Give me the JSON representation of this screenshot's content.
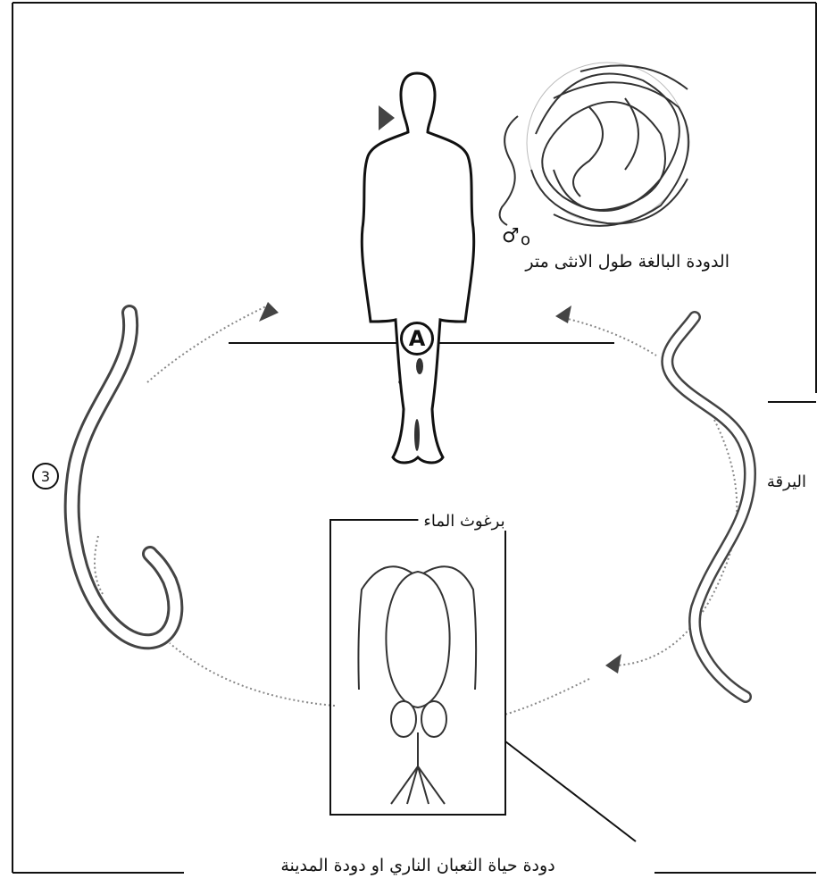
{
  "labels": {
    "adult_worm": "الدودة البالغة طول الانثى متر",
    "larva": "اليرقة",
    "cyclops": "برغوث الماء",
    "caption": "دودة حياة الثعبان الناري او دودة المدينة",
    "male_symbol": "♂",
    "female_symbol": "o",
    "marker_a": "A",
    "marker_3": "3"
  }
}
